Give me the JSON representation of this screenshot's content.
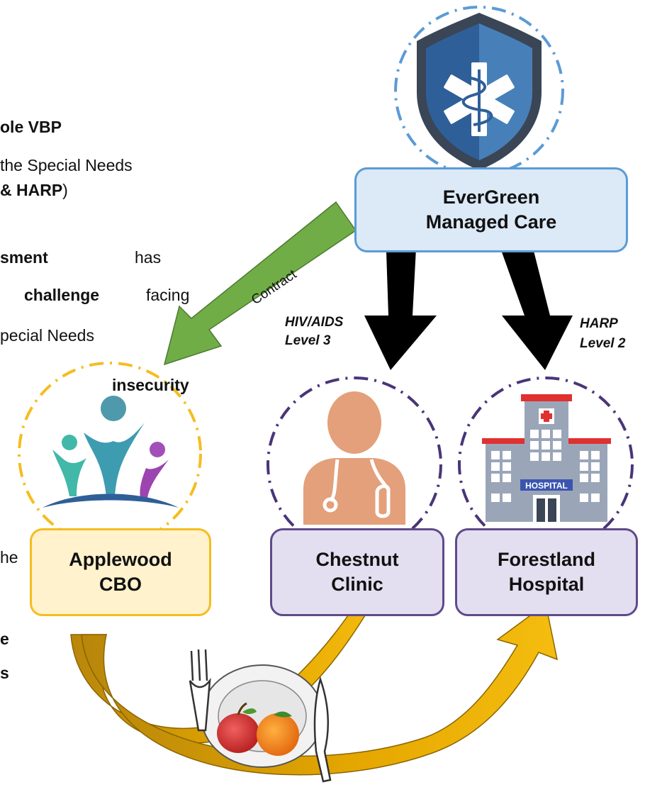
{
  "left_text": {
    "line1_bold": "ole VBP",
    "line2": "the Special Needs",
    "line3_bold": "& HARP",
    "line3_end": ")",
    "line4_bold": "sment",
    "line4_end": "has",
    "line5_bold": "challenge",
    "line5_end": "facing",
    "line6": "pecial Needs",
    "line7_bold": "insecurity",
    "line8": "he",
    "line9_bold": "e",
    "line10_bold": "s"
  },
  "nodes": {
    "evergreen": {
      "line1": "EverGreen",
      "line2": "Managed Care"
    },
    "applewood": {
      "line1": "Applewood",
      "line2": "CBO"
    },
    "chestnut": {
      "line1": "Chestnut",
      "line2": "Clinic"
    },
    "forestland": {
      "line1": "Forestland",
      "line2": "Hospital"
    }
  },
  "edges": {
    "contract_label": "Contract",
    "hiv_level": {
      "line1": "HIV/AIDS",
      "line2": "Level 3"
    },
    "harp_level": {
      "line1": "HARP",
      "line2": "Level 2"
    }
  },
  "hospital_sign": "HOSPITAL",
  "colors": {
    "evergreen_fill": "#dce9f7",
    "evergreen_border": "#5b9bd5",
    "applewood_fill": "#fff2cc",
    "applewood_border": "#f5bd1f",
    "provider_fill": "#e4dff0",
    "provider_border": "#5e4a8a",
    "contract_arrow": "#70ad47",
    "food_arrow": "#f0b400",
    "food_arrow_dark": "#bf8f00",
    "shield": "#2f5f98",
    "doctor_skin": "#e3a07a"
  },
  "icons": [
    "star-of-life-shield-icon",
    "community-people-icon",
    "doctor-icon",
    "hospital-icon",
    "fruit-plate-icon"
  ]
}
